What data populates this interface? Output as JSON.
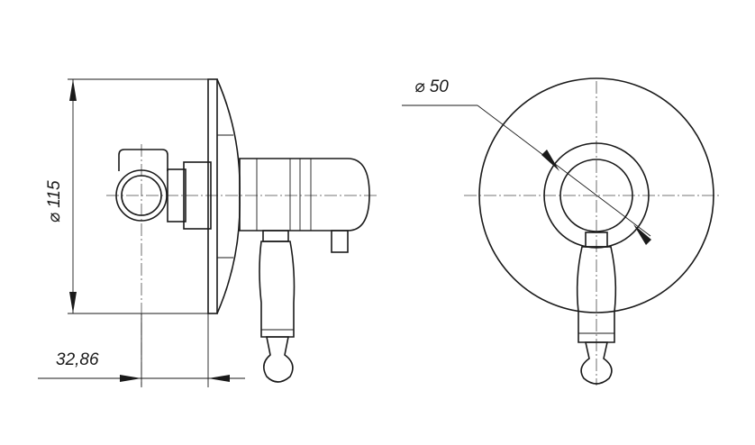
{
  "dimensions": {
    "side_view_diameter": "⌀ 115",
    "side_view_offset": "32,86",
    "front_view_diameter": "⌀ 50"
  }
}
